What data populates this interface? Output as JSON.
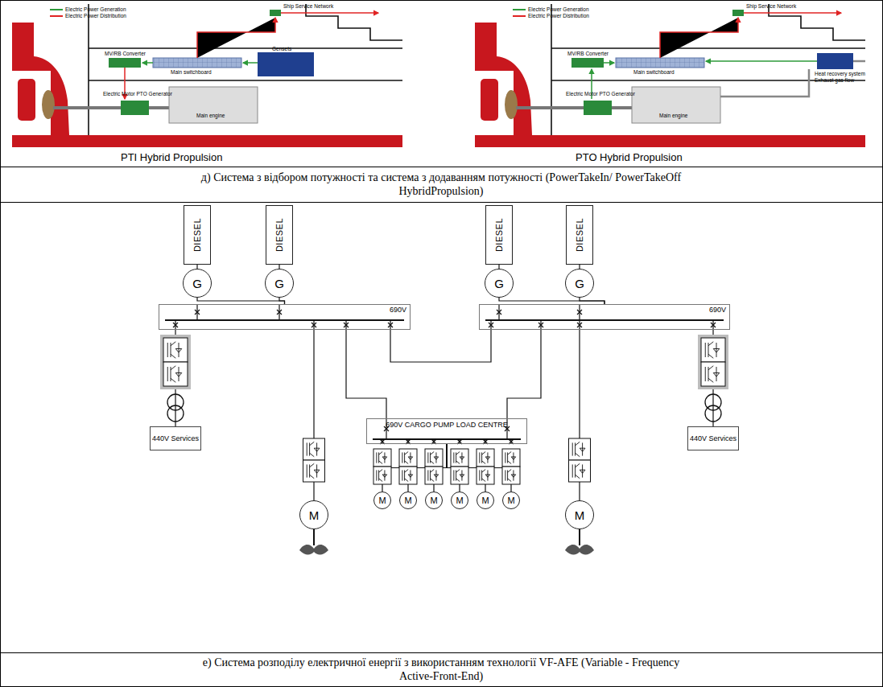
{
  "diagram": {
    "nodes": [
      {
        "text": [
          "DIESEL"
        ]
      },
      {
        "text": [
          "DIESEL"
        ]
      },
      {
        "text": [
          "DIESEL"
        ]
      },
      {
        "text": [
          "DIESEL"
        ]
      },
      {
        "text": [
          "G"
        ]
      },
      {
        "text": [
          "G"
        ]
      },
      {
        "text": [
          "G"
        ]
      },
      {
        "text": [
          "G"
        ]
      },
      {
        "text": [
          "690V"
        ]
      },
      {
        "text": [
          "690V"
        ]
      },
      {
        "text": [
          "690V CARGO PUMP LOAD CENTRE"
        ]
      },
      {
        "text": [
          "440V Services"
        ]
      },
      {
        "text": [
          "440V Services"
        ]
      },
      {
        "text": [
          "M"
        ]
      },
      {
        "text": [
          "M"
        ]
      },
      {
        "text": [
          "M"
        ]
      },
      {
        "text": [
          "M"
        ]
      },
      {
        "text": [
          "M"
        ]
      },
      {
        "text": [
          "M"
        ]
      },
      {
        "text": [
          "M"
        ]
      },
      {
        "text": [
          "M"
        ]
      }
    ],
    "edges": [
      {
        "from": 0,
        "to": 4,
        "arrow": "none"
      },
      {
        "from": 1,
        "to": 5,
        "arrow": "none"
      },
      {
        "from": 2,
        "to": 6,
        "arrow": "none"
      },
      {
        "from": 3,
        "to": 7,
        "arrow": "none"
      },
      {
        "from": 4,
        "to": 8,
        "arrow": "none"
      },
      {
        "from": 5,
        "to": 8,
        "arrow": "none"
      },
      {
        "from": 6,
        "to": 9,
        "arrow": "none"
      },
      {
        "from": 7,
        "to": 9,
        "arrow": "none"
      },
      {
        "from": 8,
        "to": 11,
        "arrow": "none"
      },
      {
        "from": 8,
        "to": 13,
        "arrow": "none"
      },
      {
        "from": 8,
        "to": 10,
        "arrow": "none"
      },
      {
        "from": 8,
        "to": 9,
        "arrow": "none"
      },
      {
        "from": 9,
        "to": 10,
        "arrow": "none"
      },
      {
        "from": 9,
        "to": 14,
        "arrow": "none"
      },
      {
        "from": 9,
        "to": 12,
        "arrow": "none"
      },
      {
        "from": 10,
        "to": 15,
        "arrow": "none"
      },
      {
        "from": 10,
        "to": 16,
        "arrow": "none"
      },
      {
        "from": 10,
        "to": 17,
        "arrow": "none"
      },
      {
        "from": 10,
        "to": 18,
        "arrow": "none"
      },
      {
        "from": 10,
        "to": 19,
        "arrow": "none"
      },
      {
        "from": 10,
        "to": 20,
        "arrow": "none"
      }
    ],
    "labels": [
      "PTI Hybrid Propulsion",
      "PTO Hybrid Propulsion",
      "д) Система з відбором потужності та система з додаванням потужності (PowerTakeIn/ PowerTakeOff HybridPropulsion)",
      "е) Система розподілу електричної енергії з використанням технології VF-AFE (Variable - Frequency Active-Front-End)",
      "Ship Service Network",
      "Main switchboard",
      "Gensets",
      "MV/RB Converter",
      "Electric Motor PTO Generator",
      "Main engine",
      "Ship Service Network",
      "Main switchboard",
      "MV/RB Converter",
      "Electric Motor PTO Generator",
      "Main engine",
      "Heat recovery system",
      "Exhaust gas flow"
    ],
    "legend": [
      {
        "text": "Electric Power Generation",
        "color": "#2e9a3a"
      },
      {
        "text": "Electric Power Distribution",
        "color": "#e02424"
      },
      {
        "text": "Electric Power Generation",
        "color": "#2e9a3a"
      },
      {
        "text": "Electric Power Distribution",
        "color": "#e02424"
      }
    ]
  }
}
